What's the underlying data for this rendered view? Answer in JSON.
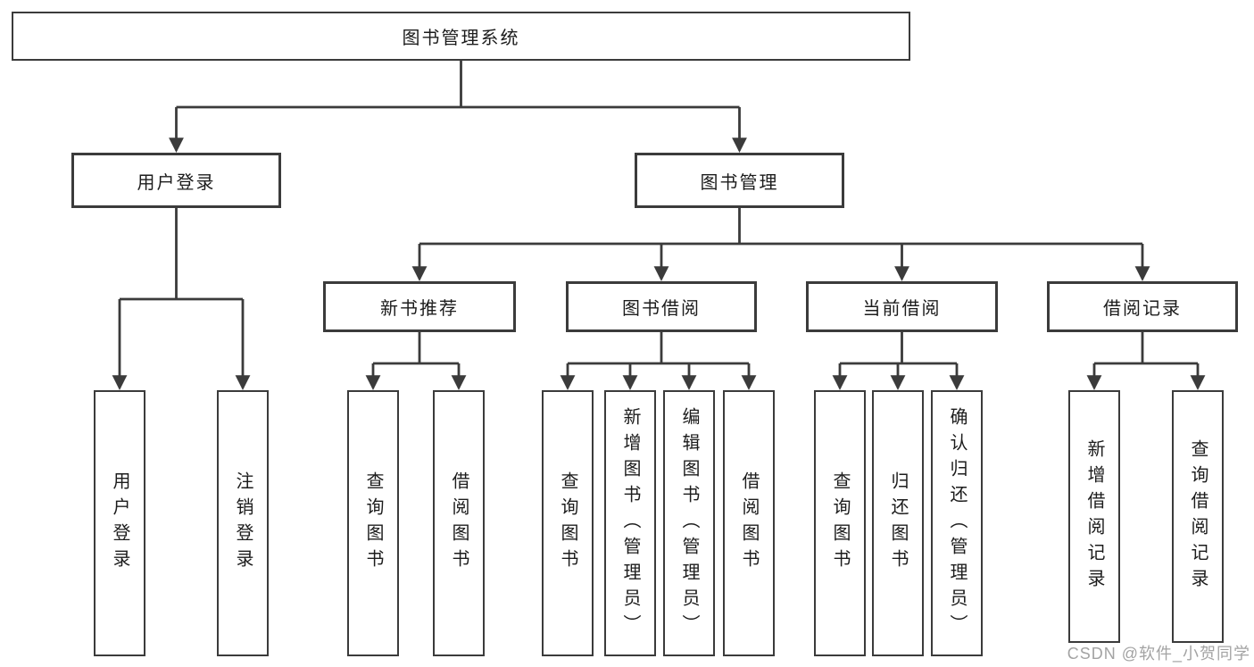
{
  "colors": {
    "line": "#3b3b3b",
    "box_border": "#3b3b3b",
    "text": "#1c1c1c",
    "watermark": "#a3a3a3",
    "background": "#ffffff"
  },
  "nodes": {
    "root": {
      "label": "图书管理系统"
    },
    "level1": {
      "user_login": {
        "label": "用户登录"
      },
      "book_management": {
        "label": "图书管理"
      }
    },
    "level2": {
      "new_book_recommend": {
        "label": "新书推荐"
      },
      "book_borrow": {
        "label": "图书借阅"
      },
      "current_borrow": {
        "label": "当前借阅"
      },
      "borrow_record": {
        "label": "借阅记录"
      }
    },
    "leaves": {
      "user_login": "用户登录",
      "logout": "注销登录",
      "recommend_query_book": "查询图书",
      "recommend_borrow_book": "借阅图书",
      "borrow_query_book": "查询图书",
      "borrow_add_book": "新增图书（管理员）",
      "borrow_edit_book": "编辑图书（管理员）",
      "borrow_borrow_book": "借阅图书",
      "current_query_book": "查询图书",
      "current_return_book": "归还图书",
      "current_confirm_return": "确认归还（管理员）",
      "record_add": "新增借阅记录",
      "record_query": "查询借阅记录"
    }
  },
  "watermark": "CSDN @软件_小贺同学"
}
